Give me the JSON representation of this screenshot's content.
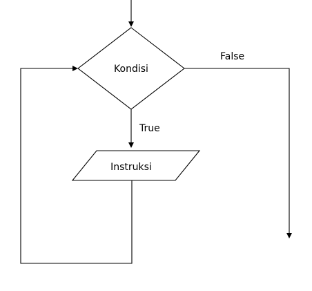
{
  "diagram": {
    "nodes": {
      "condition": {
        "label": "Kondisi"
      },
      "instruction": {
        "label": "Instruksi"
      }
    },
    "edges": {
      "false_label": "False",
      "true_label": "True"
    }
  },
  "colors": {
    "stroke": "#000000",
    "background": "#ffffff"
  }
}
